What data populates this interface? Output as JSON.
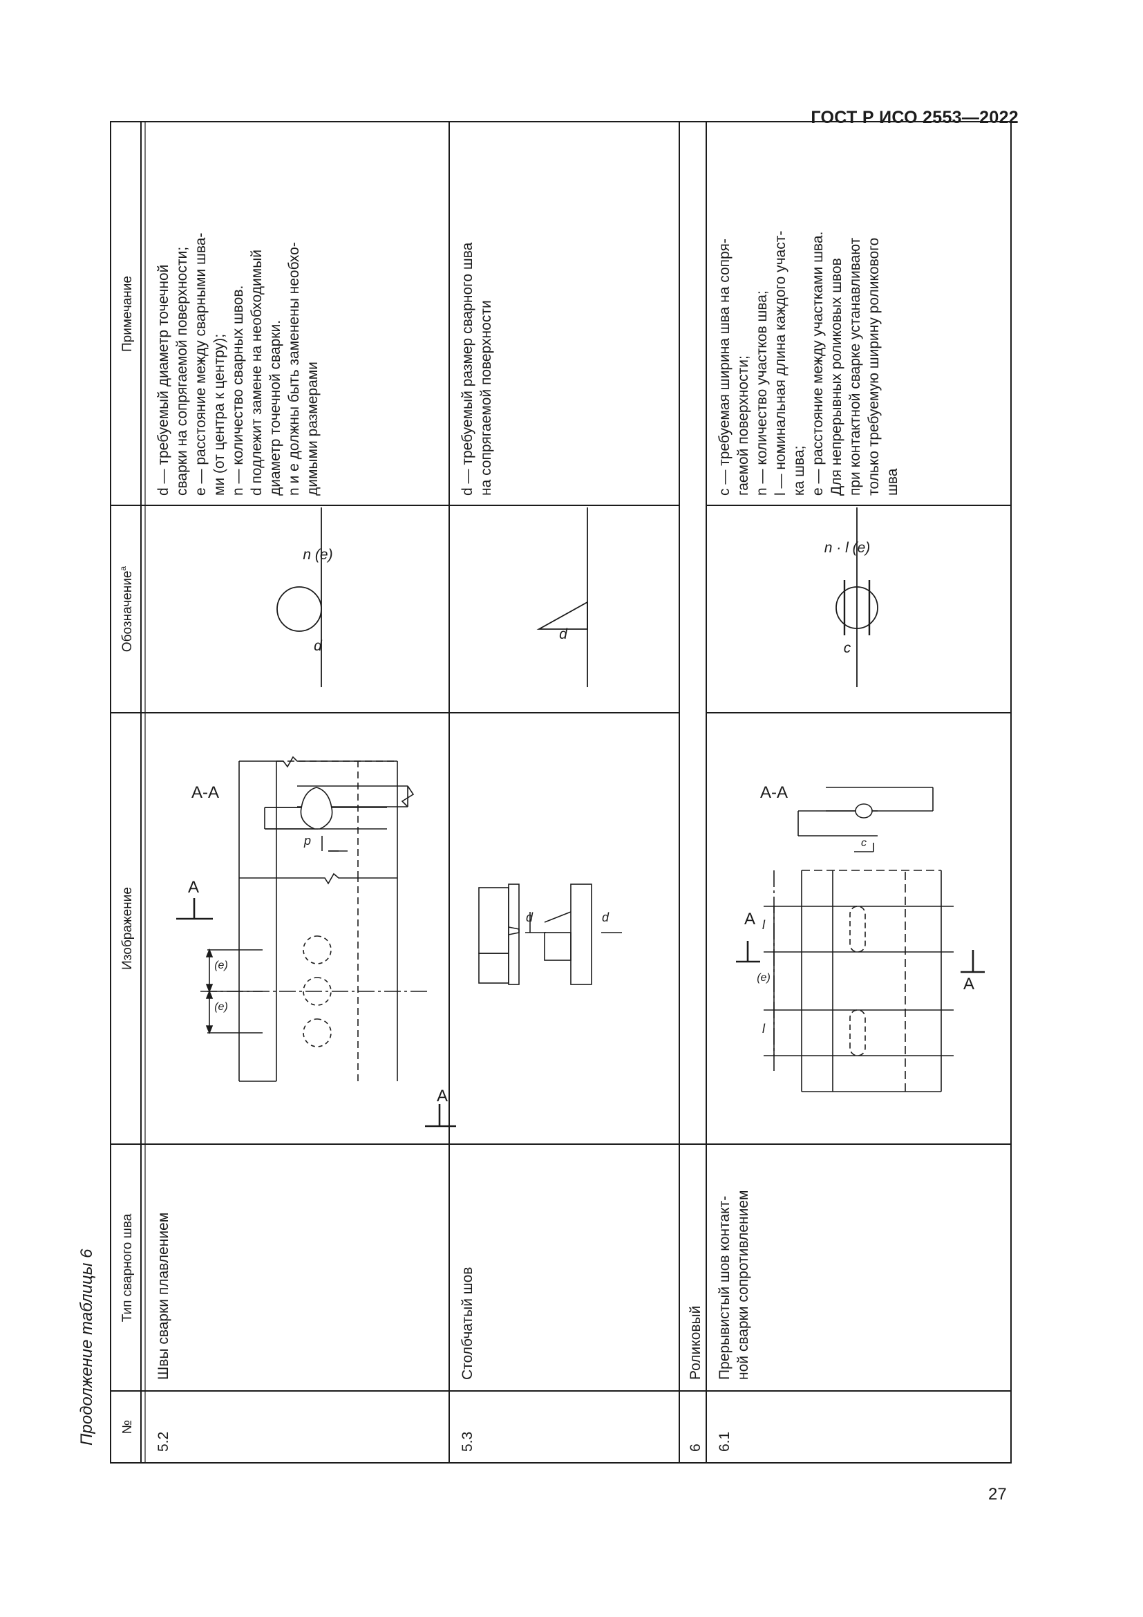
{
  "header": {
    "standard": "ГОСТ Р ИСО 2553—2022"
  },
  "page_number": "27",
  "table": {
    "caption": "Продолжение таблицы 6",
    "columns": [
      "№",
      "Тип сварного шва",
      "Изображение",
      "Обозначение",
      "Примечание"
    ],
    "footnote_marker": "a",
    "rows": [
      {
        "no": "5.2",
        "type_lines": [
          "Швы сварки плавлением"
        ],
        "symbol_labels": [
          "d",
          "n (e)"
        ],
        "image_labels": [
          "A",
          "A",
          "(e)",
          "(e)",
          "A-A",
          "p"
        ],
        "note_lines": [
          "d  —  требуемый  диаметр  точечной",
          "сварки на сопрягаемой поверхности;",
          "e — расстояние между сварными шва-",
          "ми (от центра к центру);",
          "n — количество сварных швов.",
          "d  подлежит  замене  на  необходимый",
          "диаметр точечной сварки.",
          "n и e должны быть заменены необхо-",
          "димыми размерами"
        ]
      },
      {
        "no": "5.3",
        "type_lines": [
          "Столбчатый шов"
        ],
        "symbol_labels": [
          "d"
        ],
        "image_labels": [
          "d",
          "d"
        ],
        "note_lines": [
          "d — требуемый размер сварного шва",
          "на сопрягаемой поверхности"
        ]
      },
      {
        "no": "6",
        "type_lines": [
          "Роликовый"
        ],
        "note_lines": []
      },
      {
        "no": "6.1",
        "type_lines": [
          "Прерывистый  шов  контакт-",
          "ной сварки сопротивлением"
        ],
        "symbol_labels": [
          "c",
          "n · l (e)"
        ],
        "image_labels": [
          "A",
          "A",
          "l",
          "(e)",
          "l",
          "A-A",
          "c"
        ],
        "note_lines": [
          "c — требуемая ширина шва на сопря-",
          "гаемой поверхности;",
          "n — количество участков шва;",
          "l — номинальная длина каждого участ-",
          "ка шва;",
          "e — расстояние между участками шва.",
          "Для   непрерывных   роликовых   швов",
          "при контактной сварке устанавливают",
          "только требуемую ширину роликового",
          "шва"
        ]
      }
    ]
  }
}
